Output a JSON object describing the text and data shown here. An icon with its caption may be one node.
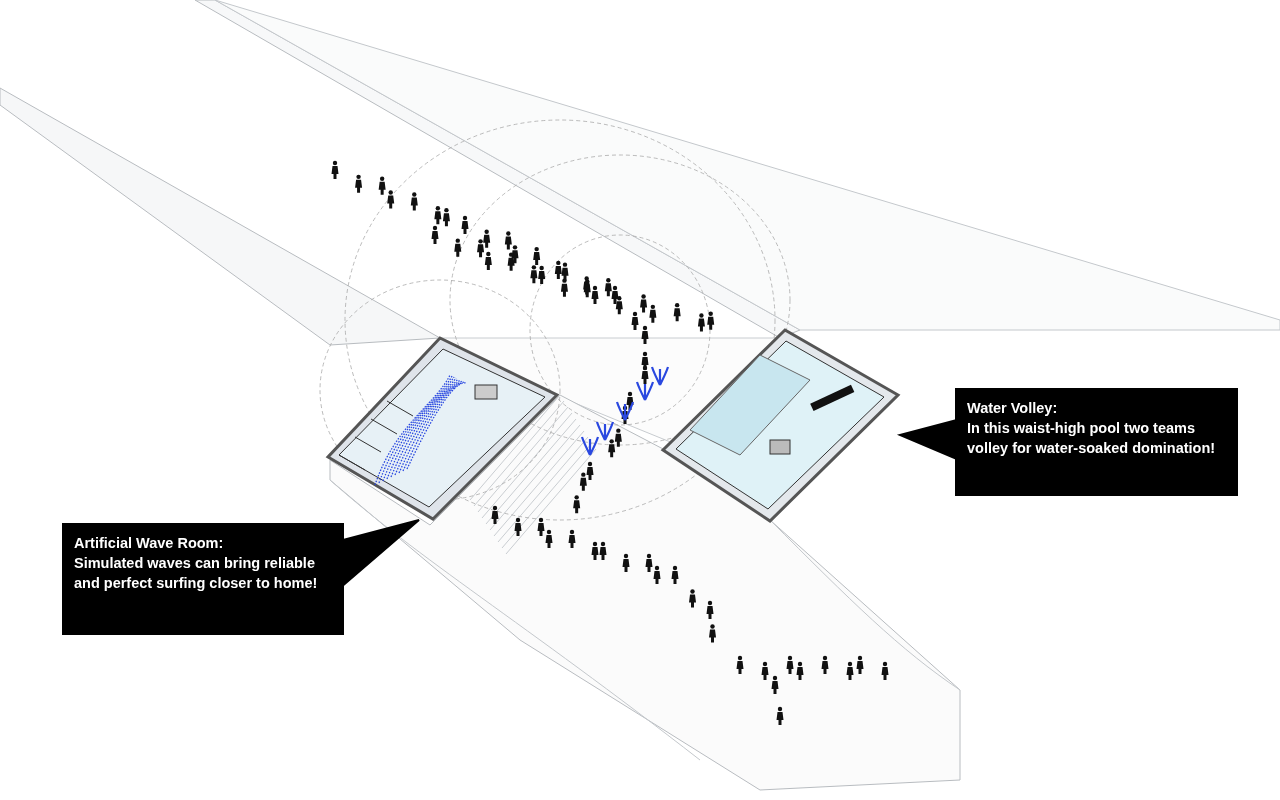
{
  "diagram": {
    "nodes": [
      {
        "text": [
          "Artificial Wave Room:",
          "Simulated waves can bring reliable and perfect surfing closer to home!"
        ]
      },
      {
        "text": [],
        "shape": "picture"
      },
      {
        "text": [
          "Water Volley:",
          "In this waist-high pool two teams volley for water-soaked domination!"
        ]
      },
      {
        "text": [],
        "shape": "picture"
      }
    ],
    "edges": [
      {
        "from": 0,
        "to": 1,
        "arrow": "to"
      },
      {
        "from": 2,
        "to": 3,
        "arrow": "to"
      }
    ]
  }
}
